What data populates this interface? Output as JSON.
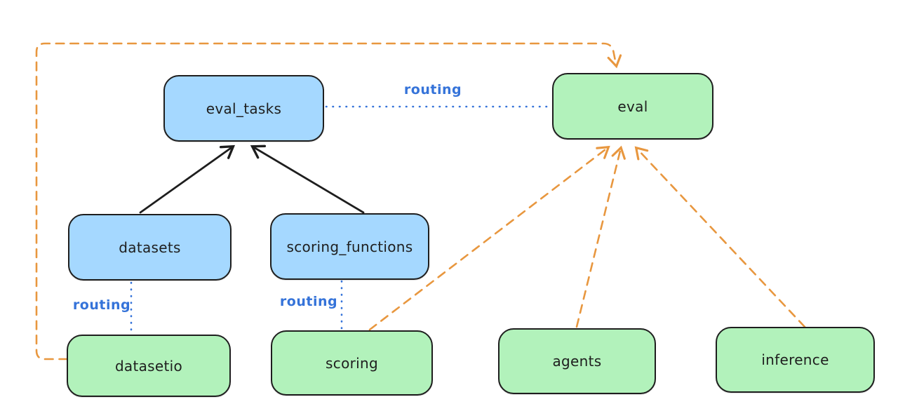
{
  "diagram": {
    "nodes": {
      "eval_tasks": {
        "label": "eval_tasks",
        "fill": "#a5d8ff"
      },
      "eval": {
        "label": "eval",
        "fill": "#b2f2bb"
      },
      "datasets": {
        "label": "datasets",
        "fill": "#a5d8ff"
      },
      "scoring_functions": {
        "label": "scoring_functions",
        "fill": "#a5d8ff"
      },
      "datasetio": {
        "label": "datasetio",
        "fill": "#b2f2bb"
      },
      "scoring": {
        "label": "scoring",
        "fill": "#b2f2bb"
      },
      "agents": {
        "label": "agents",
        "fill": "#b2f2bb"
      },
      "inference": {
        "label": "inference",
        "fill": "#b2f2bb"
      }
    },
    "edge_labels": {
      "eval_tasks_to_eval": "routing",
      "datasets_to_datasetio": "routing",
      "scoring_functions_to_scoring": "routing"
    },
    "edges": [
      {
        "from": "datasets",
        "to": "eval_tasks",
        "style": "solid-black-arrow"
      },
      {
        "from": "scoring_functions",
        "to": "eval_tasks",
        "style": "solid-black-arrow"
      },
      {
        "from": "eval_tasks",
        "to": "eval",
        "style": "dotted-blue",
        "label": "routing"
      },
      {
        "from": "datasets",
        "to": "datasetio",
        "style": "dotted-blue",
        "label": "routing"
      },
      {
        "from": "scoring_functions",
        "to": "scoring",
        "style": "dotted-blue",
        "label": "routing"
      },
      {
        "from": "datasetio",
        "to": "eval",
        "style": "dashed-orange-arrow"
      },
      {
        "from": "scoring",
        "to": "eval",
        "style": "dashed-orange-arrow"
      },
      {
        "from": "agents",
        "to": "eval",
        "style": "dashed-orange-arrow"
      },
      {
        "from": "inference",
        "to": "eval",
        "style": "dashed-orange-arrow"
      }
    ],
    "colors": {
      "node_blue_fill": "#a5d8ff",
      "node_green_fill": "#b2f2bb",
      "node_stroke": "#1e1e1e",
      "routing_blue": "#3573d9",
      "provider_orange": "#e8973f",
      "background": "#ffffff"
    }
  }
}
